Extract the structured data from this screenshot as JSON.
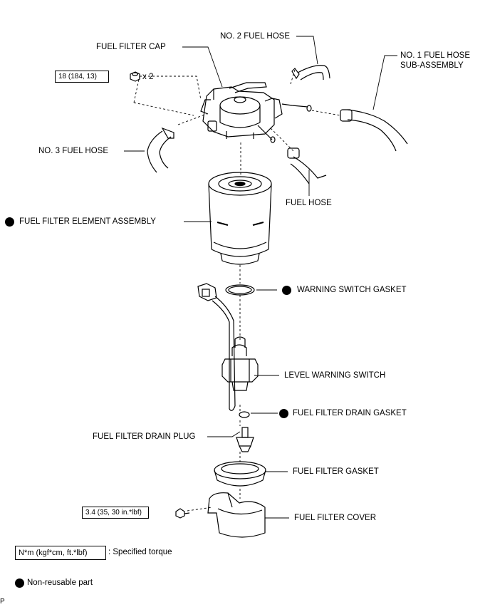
{
  "labels": {
    "no2_fuel_hose": "NO. 2 FUEL HOSE",
    "fuel_filter_cap": "FUEL FILTER CAP",
    "no1_fuel_hose_line1": "NO. 1 FUEL HOSE",
    "no1_fuel_hose_line2": "SUB-ASSEMBLY",
    "no3_fuel_hose": "NO. 3 FUEL HOSE",
    "fuel_hose": "FUEL HOSE",
    "fuel_filter_element": "FUEL FILTER ELEMENT ASSEMBLY",
    "warning_switch_gasket": "WARNING SWITCH GASKET",
    "level_warning_switch": "LEVEL WARNING SWITCH",
    "fuel_filter_drain_gasket": "FUEL FILTER DRAIN GASKET",
    "fuel_filter_drain_plug": "FUEL FILTER DRAIN PLUG",
    "fuel_filter_gasket": "FUEL FILTER GASKET",
    "fuel_filter_cover": "FUEL FILTER COVER"
  },
  "torques": {
    "cap_bolt": "18 (184, 13)",
    "cap_bolt_qty": "x 2",
    "cover_bolt": "3.4 (35, 30 in.*lbf)"
  },
  "legend": {
    "torque_unit": "N*m (kgf*cm, ft.*lbf)",
    "torque_desc": ": Specified torque",
    "nonreusable_desc": "Non-reusable part"
  },
  "corner_letter": "P"
}
